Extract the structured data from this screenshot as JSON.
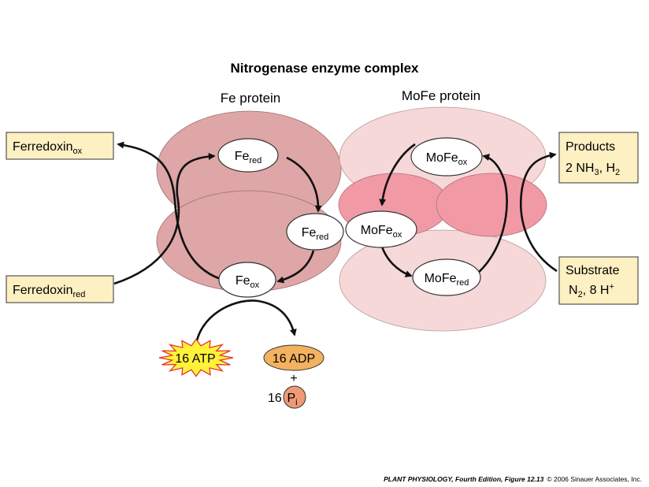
{
  "title": "Nitrogenase enzyme complex",
  "fe_protein_label": "Fe protein",
  "mofe_protein_label": "MoFe protein",
  "colors": {
    "fe_protein_fill": "#dea6a6",
    "mofe_protein_fill": "#f6d8d8",
    "mofe_center_fill": "#f19aa6",
    "box_fill": "#fdf0c2",
    "atp_fill": "#fff23a",
    "atp_stroke": "#e0372c",
    "adp_fill": "#f3b260",
    "pi_fill": "#ee9a76"
  },
  "nodes": {
    "fe_red_top": {
      "main": "Fe",
      "sub": "red"
    },
    "fe_red_mid": {
      "main": "Fe",
      "sub": "red"
    },
    "fe_ox": {
      "main": "Fe",
      "sub": "ox"
    },
    "mofe_ox_top": {
      "main": "MoFe",
      "sub": "ox"
    },
    "mofe_ox_mid": {
      "main": "MoFe",
      "sub": "ox"
    },
    "mofe_red": {
      "main": "MoFe",
      "sub": "red"
    }
  },
  "boxes": {
    "ferredoxin_ox": {
      "main": "Ferredoxin",
      "sub": "ox"
    },
    "ferredoxin_red": {
      "main": "Ferredoxin",
      "sub": "red"
    },
    "products": {
      "line1": "Products",
      "line2_a": "2 NH",
      "line2_sub": "3",
      "line2_b": ", H",
      "line2_sub2": "2"
    },
    "substrate": {
      "line1": "Substrate",
      "line2_a": "N",
      "line2_sub": "2",
      "line2_b": ", 8 H",
      "line2_sup": "+"
    }
  },
  "atp": "16 ATP",
  "adp": "16 ADP",
  "plus": "+",
  "pi": {
    "coef": "16",
    "main": "P",
    "sub": "i"
  },
  "footer": {
    "bold": "PLANT PHYSIOLOGY, Fourth Edition, Figure 12.13",
    "normal": "© 2006 Sinauer Associates, Inc."
  }
}
